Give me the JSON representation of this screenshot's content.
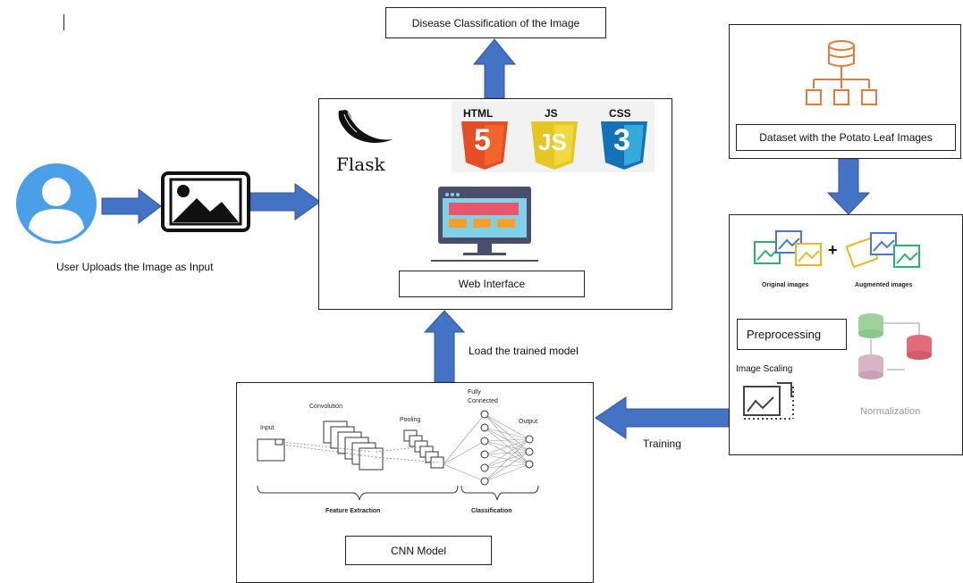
{
  "colors": {
    "arrow": "#4472c4",
    "arrow_stroke": "#2f5597",
    "user_icon": "#4a9fe8",
    "dataset_icon": "#e07b39"
  },
  "labels": {
    "disease_classification": "Disease Classification of the Image",
    "user_uploads": "User Uploads the Image as Input",
    "flask": "Flask",
    "html": "HTML",
    "js": "JS",
    "css": "CSS",
    "web_interface": "Web Interface",
    "dataset": "Dataset with the Potato Leaf Images",
    "original_images": "Original images",
    "augmented_images": "Augmented images",
    "preprocessing": "Preprocessing",
    "image_scaling": "Image Scaling",
    "normalization": "Normalization",
    "load_model": "Load the trained model",
    "training": "Training",
    "cnn_model": "CNN Model",
    "input": "Input",
    "convolution": "Convolution",
    "pooling": "Pooling",
    "fully_connected_1": "Fully",
    "fully_connected_2": "Connected",
    "output": "Output",
    "feature_extraction": "Feature Extraction",
    "classification": "Classification",
    "html_digit": "5",
    "js_letters": "JS",
    "css_digit": "3"
  }
}
